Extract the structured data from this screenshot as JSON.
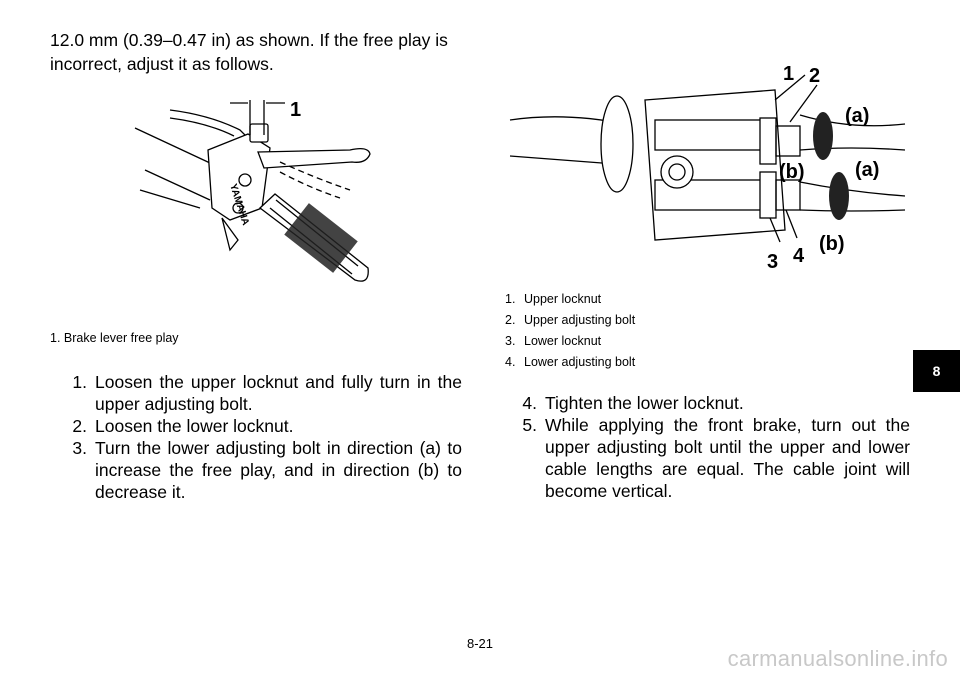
{
  "intro_text": "12.0 mm (0.39–0.47 in) as shown. If the free play is incorrect, adjust it as follows.",
  "figure1": {
    "callout": "1",
    "brand": "YAMAHA",
    "caption_number": "1.",
    "caption_text": "Brake lever free play"
  },
  "steps_left": [
    {
      "num": "1.",
      "text": "Loosen the upper locknut and fully turn in the upper adjusting bolt."
    },
    {
      "num": "2.",
      "text": "Loosen the lower locknut."
    },
    {
      "num": "3.",
      "text": "Turn the lower adjusting bolt in direction (a) to increase the free play, and in direction (b) to decrease it."
    }
  ],
  "figure2": {
    "callouts": [
      "1",
      "2",
      "3",
      "4"
    ],
    "direction_a": "(a)",
    "direction_b": "(b)",
    "captions": [
      {
        "num": "1.",
        "text": "Upper locknut"
      },
      {
        "num": "2.",
        "text": "Upper adjusting bolt"
      },
      {
        "num": "3.",
        "text": "Lower locknut"
      },
      {
        "num": "4.",
        "text": "Lower adjusting bolt"
      }
    ]
  },
  "steps_right": [
    {
      "num": "4.",
      "text": "Tighten the lower locknut."
    },
    {
      "num": "5.",
      "text": "While applying the front brake, turn out the upper adjusting bolt until the upper and lower cable lengths are equal. The cable joint will become vertical."
    }
  ],
  "section_tab": "8",
  "page_number": "8-21",
  "watermark": "carmanualsonline.info"
}
